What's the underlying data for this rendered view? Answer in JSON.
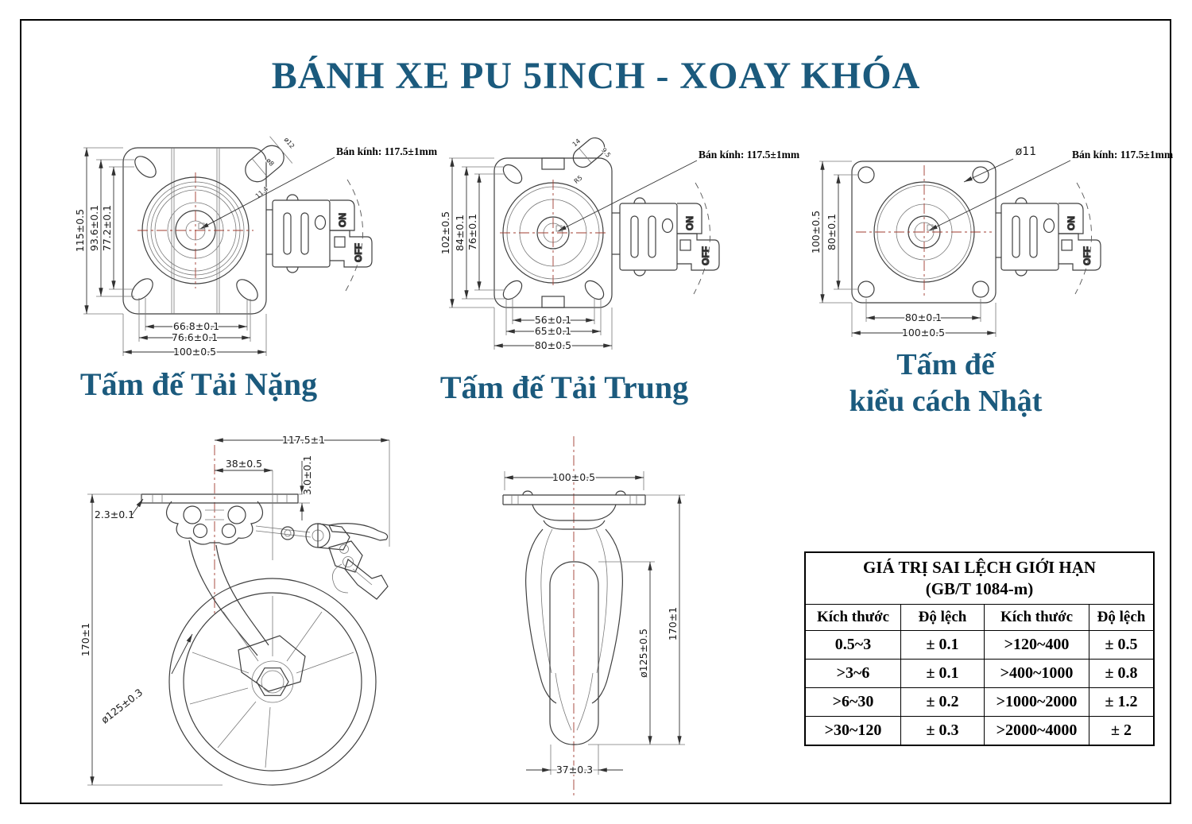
{
  "title": "BÁNH XE PU 5INCH - XOAY KHÓA",
  "colors": {
    "accent": "#1b5a7d",
    "line": "#3f3f3f",
    "centerline": "#a03c30"
  },
  "plates": {
    "heavy": {
      "caption": "Tấm đế Tải Nặng",
      "radius_label": "Bán kính: 117.5±1mm",
      "brake": {
        "on": "ON",
        "off": "OFF"
      },
      "dims": {
        "height": "115±0.5",
        "bolt_v_outer": "93.6±0.1",
        "bolt_v_inner": "77.2±0.1",
        "bolt_h_inner": "66.8±0.1",
        "bolt_h_outer": "76.6±0.1",
        "width": "100±0.5"
      },
      "slot_detail": {
        "d1": "ø12",
        "d2": "ø8",
        "d3": "11.4"
      }
    },
    "medium": {
      "caption": "Tấm đế Tải Trung",
      "radius_label": "Bán kính: 117.5±1mm",
      "brake": {
        "on": "ON",
        "off": "OFF"
      },
      "dims": {
        "height": "102±0.5",
        "bolt_v_outer": "84±0.1",
        "bolt_v_inner": "76±0.1",
        "bolt_h_inner": "56±0.1",
        "bolt_h_outer": "65±0.1",
        "width": "80±0.5"
      },
      "slot_detail": {
        "d1": "14",
        "d2": "R5",
        "d3": "9.5"
      }
    },
    "japan": {
      "caption_line1": "Tấm đế",
      "caption_line2": "kiểu cách Nhật",
      "radius_label": "Bán kính: 117.5±1mm",
      "hole_label": "ø11",
      "brake": {
        "on": "ON",
        "off": "OFF"
      },
      "dims": {
        "height": "100±0.5",
        "bolt_v": "80±0.1",
        "bolt_h": "80±0.1",
        "width": "100±0.5"
      }
    }
  },
  "side_view": {
    "dims": {
      "swivel_radius": "117.5±1",
      "offset": "38±0.5",
      "top_clearance": "3.0±0.1",
      "plate_thickness": "2.3±0.1",
      "total_height": "170±1",
      "wheel_diameter": "ø125±0.3"
    }
  },
  "front_view": {
    "dims": {
      "plate_width": "100±0.5",
      "total_height": "170±1",
      "wheel_diameter": "ø125±0.5",
      "wheel_width": "37±0.3"
    }
  },
  "tolerance_table": {
    "title_line1": "GIÁ TRỊ SAI LỆCH GIỚI HẠN",
    "title_line2": "(GB/T 1084-m)",
    "headers": [
      "Kích thước",
      "Độ lệch",
      "Kích thước",
      "Độ lệch"
    ],
    "rows": [
      [
        "0.5~3",
        "± 0.1",
        ">120~400",
        "± 0.5"
      ],
      [
        ">3~6",
        "± 0.1",
        ">400~1000",
        "± 0.8"
      ],
      [
        ">6~30",
        "± 0.2",
        ">1000~2000",
        "± 1.2"
      ],
      [
        ">30~120",
        "± 0.3",
        ">2000~4000",
        "± 2"
      ]
    ]
  }
}
